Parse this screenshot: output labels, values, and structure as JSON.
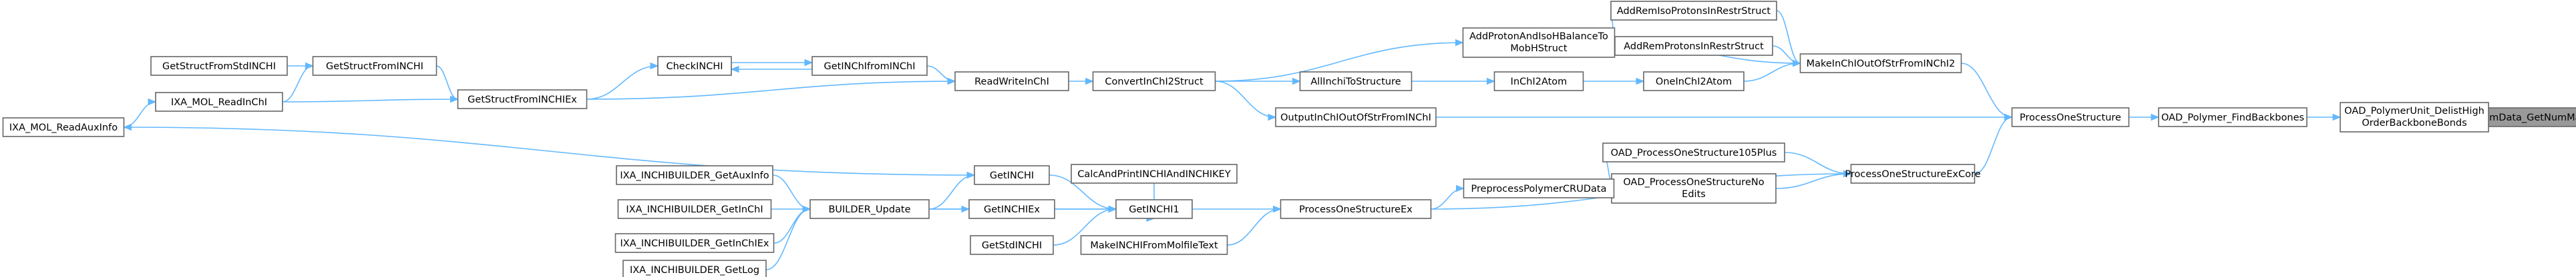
{
  "graph": {
    "focus_node": "CompAtomData_GetNumMapping",
    "nodes": [
      {
        "id": "cad",
        "label": "CompAtomData_GetNumMapping",
        "focus": true
      },
      {
        "id": "oad_pu",
        "label": "OAD_PolymerUnit_DelistHigh",
        "label2": "OrderBackboneBonds"
      },
      {
        "id": "oad_fb",
        "label": "OAD_Polymer_FindBackbones"
      },
      {
        "id": "pos",
        "label": "ProcessOneStructure"
      },
      {
        "id": "posec",
        "label": "ProcessOneStructureExCore"
      },
      {
        "id": "mico",
        "label": "MakeInChIOutOfStrFromINChI2"
      },
      {
        "id": "arip",
        "label": "AddRemIsoProtonsInRestrStruct"
      },
      {
        "id": "arp",
        "label": "AddRemProtonsInRestrStruct"
      },
      {
        "id": "apai",
        "label": "AddProtonAndIsoHBalanceTo",
        "label2": "MobHStruct"
      },
      {
        "id": "oneinchi",
        "label": "OneInChI2Atom"
      },
      {
        "id": "inchi2atom",
        "label": "InChI2Atom"
      },
      {
        "id": "allinchi",
        "label": "AllInchiToStructure"
      },
      {
        "id": "oiocs",
        "label": "OutputInChIOutOfStrFromINChI"
      },
      {
        "id": "conv",
        "label": "ConvertInChI2Struct"
      },
      {
        "id": "rwi",
        "label": "ReadWriteInChI"
      },
      {
        "id": "gifi",
        "label": "GetINChIfromINChI"
      },
      {
        "id": "checkinchi",
        "label": "CheckINCHI"
      },
      {
        "id": "gsfie",
        "label": "GetStructFromINCHIEx"
      },
      {
        "id": "gsfi",
        "label": "GetStructFromINCHI"
      },
      {
        "id": "gsfsi",
        "label": "GetStructFromStdINCHI"
      },
      {
        "id": "ixa_ri",
        "label": "IXA_MOL_ReadInChI"
      },
      {
        "id": "ixa_rai",
        "label": "IXA_MOL_ReadAuxInfo"
      },
      {
        "id": "oad_p105",
        "label": "OAD_ProcessOneStructure105Plus"
      },
      {
        "id": "oad_pne",
        "label": "OAD_ProcessOneStructureNo",
        "label2": "Edits"
      },
      {
        "id": "ppcru",
        "label": "PreprocessPolymerCRUData"
      },
      {
        "id": "posex",
        "label": "ProcessOneStructureEx"
      },
      {
        "id": "capik",
        "label": "CalcAndPrintINCHIAndINCHIKEY"
      },
      {
        "id": "mifm",
        "label": "MakeINCHIFromMolfileText"
      },
      {
        "id": "getinchi1",
        "label": "GetINCHI1"
      },
      {
        "id": "getstdinchi",
        "label": "GetStdINCHI"
      },
      {
        "id": "getinchi",
        "label": "GetINCHI"
      },
      {
        "id": "getinchiex",
        "label": "GetINCHIEx"
      },
      {
        "id": "bu",
        "label": "BUILDER_Update"
      },
      {
        "id": "ixb_ga",
        "label": "IXA_INCHIBUILDER_GetAuxInfo"
      },
      {
        "id": "ixb_gi",
        "label": "IXA_INCHIBUILDER_GetInChI"
      },
      {
        "id": "ixb_gie",
        "label": "IXA_INCHIBUILDER_GetInChIEx"
      },
      {
        "id": "ixb_gl",
        "label": "IXA_INCHIBUILDER_GetLog"
      }
    ],
    "edges": [
      {
        "from": "oad_pu",
        "to": "cad"
      },
      {
        "from": "oad_fb",
        "to": "oad_pu"
      },
      {
        "from": "pos",
        "to": "oad_fb"
      },
      {
        "from": "mico",
        "to": "pos"
      },
      {
        "from": "oiocs",
        "to": "pos"
      },
      {
        "from": "posec",
        "to": "pos"
      },
      {
        "from": "arip",
        "to": "mico"
      },
      {
        "from": "arp",
        "to": "mico"
      },
      {
        "from": "apai",
        "to": "mico"
      },
      {
        "from": "oneinchi",
        "to": "mico"
      },
      {
        "from": "apai",
        "to": "arip"
      },
      {
        "from": "apai",
        "to": "arp"
      },
      {
        "from": "conv",
        "to": "apai"
      },
      {
        "from": "inchi2atom",
        "to": "oneinchi"
      },
      {
        "from": "allinchi",
        "to": "inchi2atom"
      },
      {
        "from": "conv",
        "to": "allinchi"
      },
      {
        "from": "conv",
        "to": "oiocs"
      },
      {
        "from": "rwi",
        "to": "conv"
      },
      {
        "from": "gifi",
        "to": "rwi"
      },
      {
        "from": "gsfie",
        "to": "rwi"
      },
      {
        "from": "checkinchi",
        "to": "gifi"
      },
      {
        "from": "gifi",
        "to": "checkinchi"
      },
      {
        "from": "gsfie",
        "to": "checkinchi"
      },
      {
        "from": "gsfi",
        "to": "gsfie"
      },
      {
        "from": "ixa_ri",
        "to": "gsfie"
      },
      {
        "from": "gsfsi",
        "to": "gsfi"
      },
      {
        "from": "ixa_ri",
        "to": "gsfi"
      },
      {
        "from": "ixa_rai",
        "to": "ixa_ri"
      },
      {
        "from": "oad_p105",
        "to": "posec"
      },
      {
        "from": "oad_pne",
        "to": "posec"
      },
      {
        "from": "posex",
        "to": "posec"
      },
      {
        "from": "ppcru",
        "to": "oad_p105"
      },
      {
        "from": "ppcru",
        "to": "oad_pne"
      },
      {
        "from": "posex",
        "to": "ppcru"
      },
      {
        "from": "getinchi1",
        "to": "posex"
      },
      {
        "from": "mifm",
        "to": "posex"
      },
      {
        "from": "capik",
        "to": "getinchi1"
      },
      {
        "from": "getinchi",
        "to": "getinchi1"
      },
      {
        "from": "getinchiex",
        "to": "getinchi1"
      },
      {
        "from": "bu",
        "to": "getinchi1"
      },
      {
        "from": "getstdinchi",
        "to": "getinchi1"
      },
      {
        "from": "bu",
        "to": "getinchi"
      },
      {
        "from": "getinchi",
        "to": "ixa_rai"
      },
      {
        "from": "bu",
        "to": "getinchiex"
      },
      {
        "from": "ixb_ga",
        "to": "bu"
      },
      {
        "from": "ixb_gi",
        "to": "bu"
      },
      {
        "from": "ixb_gie",
        "to": "bu"
      },
      {
        "from": "ixb_gl",
        "to": "bu"
      }
    ]
  }
}
